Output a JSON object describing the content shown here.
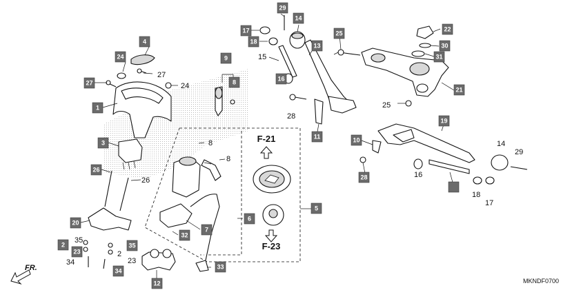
{
  "diagram_code": "MKNDF0700",
  "direction_label": "FR.",
  "references": {
    "top": "F-21",
    "bottom": "F-23"
  },
  "callouts": {
    "c1": "1",
    "c2": "2",
    "c3": "3",
    "c4": "4",
    "c5": "5",
    "c6": "6",
    "c7": "7",
    "c8": "8",
    "c9": "9",
    "c10": "10",
    "c11": "11",
    "c12": "12",
    "c13": "13",
    "c14": "14",
    "c16": "16",
    "c17": "17",
    "c18": "18",
    "c19": "19",
    "c20": "20",
    "c21": "21",
    "c22": "22",
    "c23": "23",
    "c24": "24",
    "c25": "25",
    "c26": "26",
    "c27": "27",
    "c28": "28",
    "c29": "29",
    "c30": "30",
    "c31": "31",
    "c32": "32",
    "c33": "33",
    "c34": "34",
    "c35": "35"
  },
  "labels": {
    "l2": "2",
    "l8": "8",
    "l14": "14",
    "l15": "15",
    "l16": "16",
    "l17": "17",
    "l18": "18",
    "l23": "23",
    "l24": "24",
    "l25": "25",
    "l26": "26",
    "l27": "27",
    "l28": "28",
    "l29": "29",
    "l34": "34",
    "l35": "35"
  }
}
